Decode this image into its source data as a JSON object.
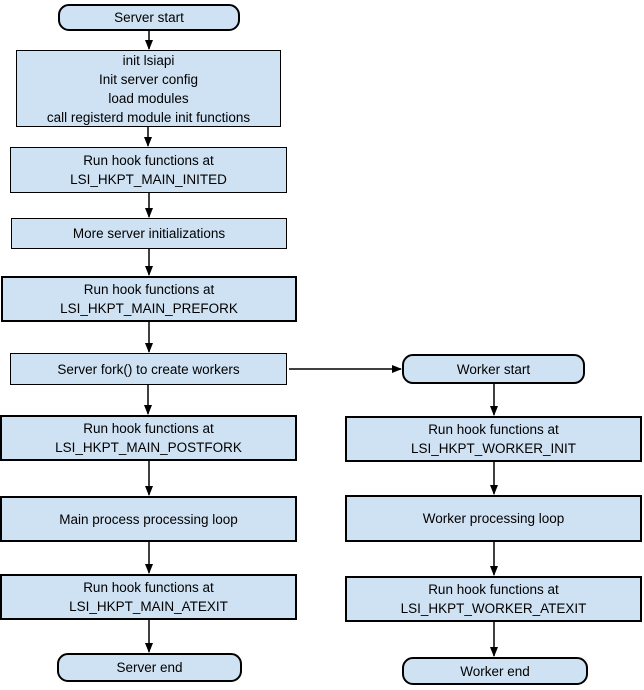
{
  "colors": {
    "node_fill": "#cfe2f3",
    "node_border": "#000000",
    "arrow": "#000000",
    "background": "#ffffff",
    "text": "#000000"
  },
  "nodes": {
    "server_start": {
      "label": "Server start"
    },
    "init_block": {
      "label": "init lsiapi\nInit server config\nload modules\ncall registerd module init functions"
    },
    "hook_main_inited": {
      "label": "Run hook functions at\nLSI_HKPT_MAIN_INITED"
    },
    "more_init": {
      "label": "More server initializations"
    },
    "hook_main_prefork": {
      "label": "Run hook functions at\nLSI_HKPT_MAIN_PREFORK"
    },
    "server_fork": {
      "label": "Server fork() to create workers"
    },
    "hook_main_postfork": {
      "label": "Run hook functions at\nLSI_HKPT_MAIN_POSTFORK"
    },
    "main_loop": {
      "label": "Main process processing loop"
    },
    "hook_main_atexit": {
      "label": "Run hook functions at\nLSI_HKPT_MAIN_ATEXIT"
    },
    "server_end": {
      "label": "Server end"
    },
    "worker_start": {
      "label": "Worker start"
    },
    "hook_worker_init": {
      "label": "Run hook functions at\nLSI_HKPT_WORKER_INIT"
    },
    "worker_loop": {
      "label": "Worker processing loop"
    },
    "hook_worker_atexit": {
      "label": "Run hook functions at\nLSI_HKPT_WORKER_ATEXIT"
    },
    "worker_end": {
      "label": "Worker end"
    }
  }
}
